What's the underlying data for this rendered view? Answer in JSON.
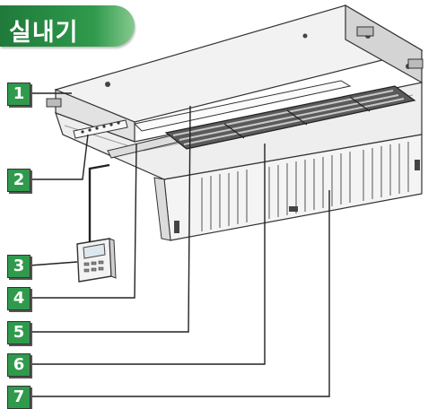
{
  "title": "실내기",
  "callouts": [
    "1",
    "2",
    "3",
    "4",
    "5",
    "6",
    "7"
  ],
  "colors": {
    "accent": "#2f9a4c",
    "title_dark": "#1f7a3a",
    "line": "#222222"
  }
}
